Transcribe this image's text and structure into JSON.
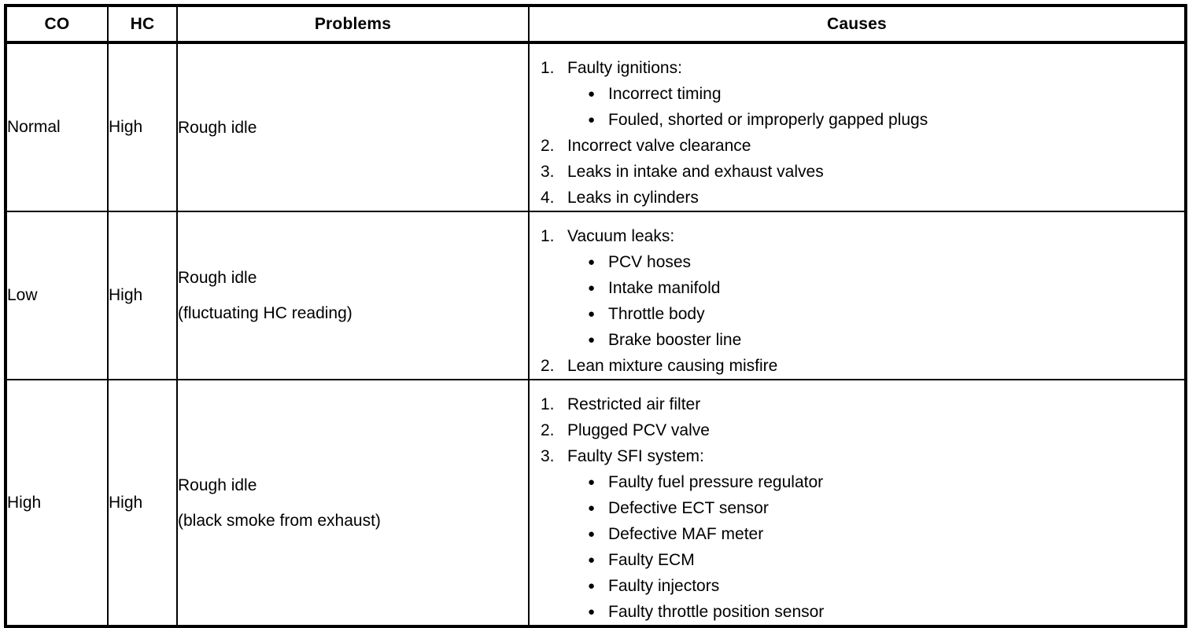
{
  "table": {
    "headers": [
      "CO",
      "HC",
      "Problems",
      "Causes"
    ],
    "rows": [
      {
        "co": "Normal",
        "hc": "High",
        "problem_main": "Rough idle",
        "problem_note": "",
        "causes": [
          {
            "marker": "1.",
            "text": "Faulty ignitions:",
            "bullets": [
              {
                "marker": "●",
                "text": "Incorrect timing"
              },
              {
                "marker": "●",
                "text": "Fouled, shorted or improperly gapped plugs"
              }
            ]
          },
          {
            "marker": "2.",
            "text": "Incorrect valve clearance",
            "bullets": []
          },
          {
            "marker": "3.",
            "text": "Leaks in intake and exhaust valves",
            "bullets": []
          },
          {
            "marker": "4.",
            "text": "Leaks in cylinders",
            "bullets": []
          }
        ]
      },
      {
        "co": "Low",
        "hc": "High",
        "problem_main": "Rough idle",
        "problem_note": "(fluctuating HC reading)",
        "causes": [
          {
            "marker": "1.",
            "text": "Vacuum leaks:",
            "bullets": [
              {
                "marker": "●",
                "text": "PCV hoses"
              },
              {
                "marker": "●",
                "text": "Intake manifold"
              },
              {
                "marker": "●",
                "text": "Throttle body"
              },
              {
                "marker": "●",
                "text": "Brake booster line"
              }
            ]
          },
          {
            "marker": "2.",
            "text": "Lean mixture causing misfire",
            "bullets": []
          }
        ]
      },
      {
        "co": "High",
        "hc": "High",
        "problem_main": "Rough idle",
        "problem_note": "(black smoke from exhaust)",
        "causes": [
          {
            "marker": "1.",
            "text": "Restricted air filter",
            "bullets": []
          },
          {
            "marker": "2.",
            "text": "Plugged PCV valve",
            "bullets": []
          },
          {
            "marker": "3.",
            "text": "Faulty SFI system:",
            "bullets": [
              {
                "marker": "●",
                "text": "Faulty fuel pressure regulator"
              },
              {
                "marker": "●",
                "text": "Defective ECT sensor"
              },
              {
                "marker": "●",
                "text": "Defective MAF meter"
              },
              {
                "marker": "●",
                "text": "Faulty ECM"
              },
              {
                "marker": "●",
                "text": "Faulty injectors"
              },
              {
                "marker": "●",
                "text": "Faulty throttle position sensor"
              }
            ]
          }
        ]
      }
    ],
    "colors": {
      "border": "#000000",
      "text": "#000000",
      "background": "#ffffff"
    }
  }
}
